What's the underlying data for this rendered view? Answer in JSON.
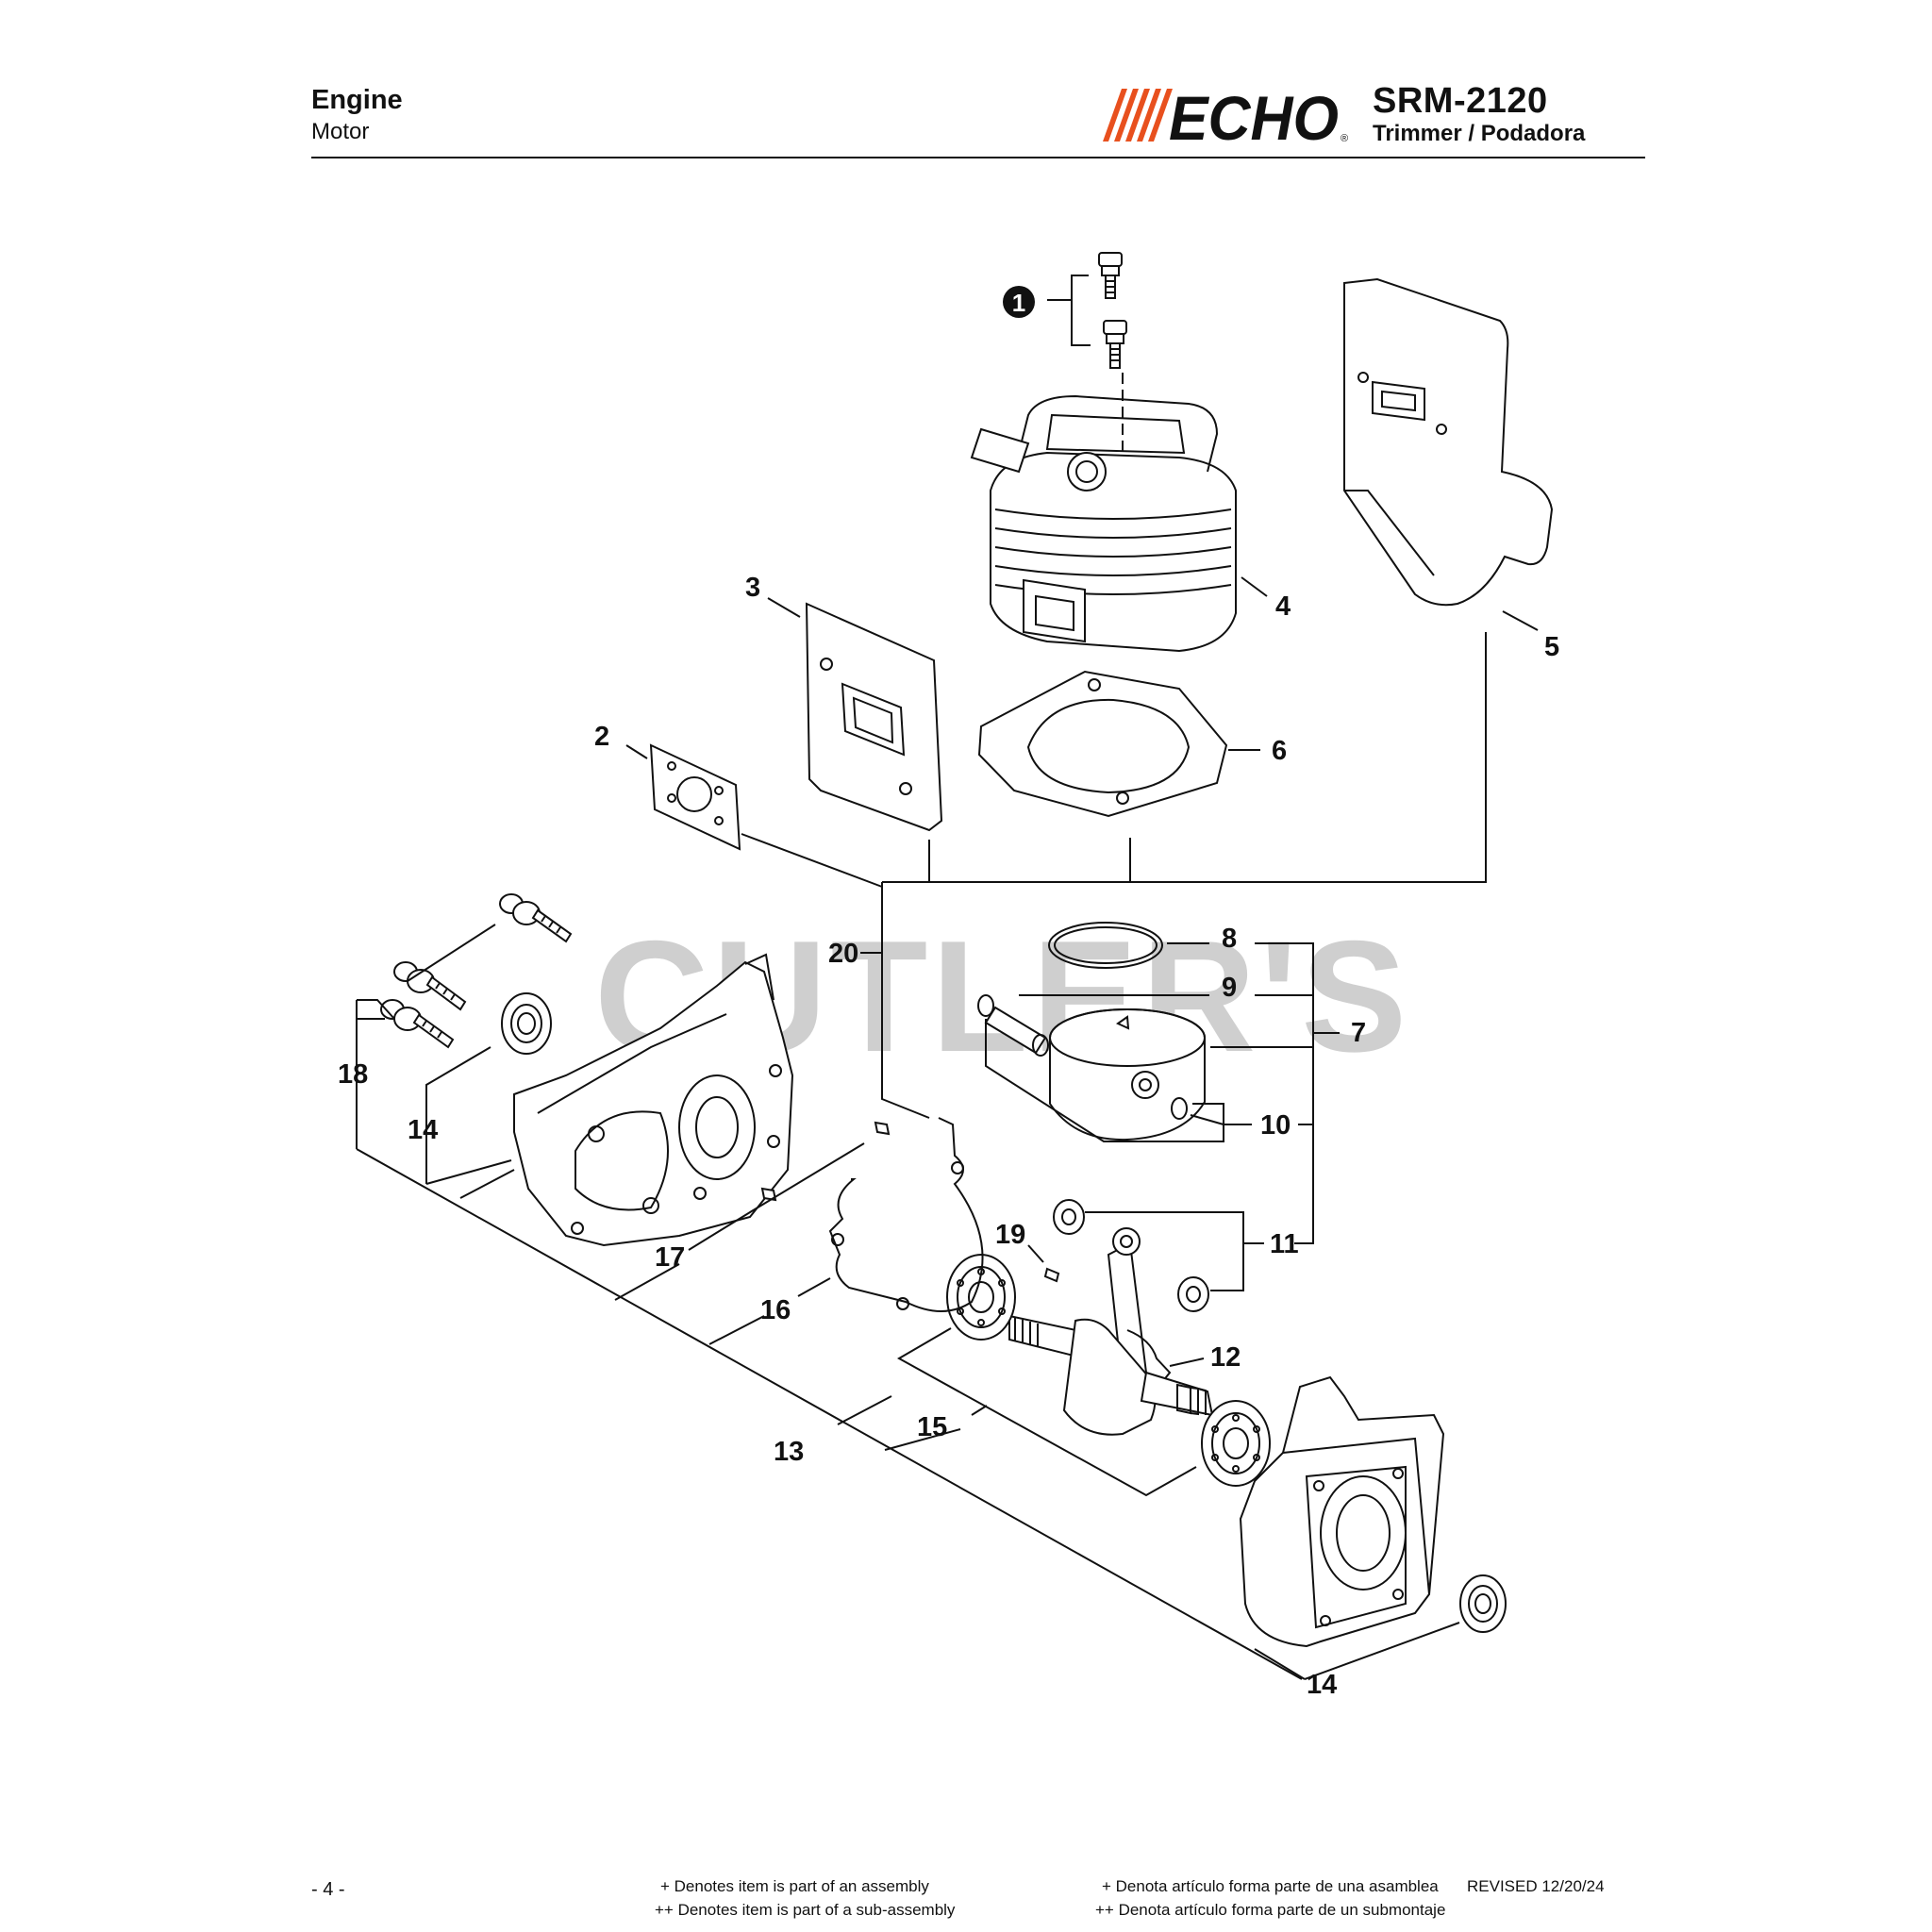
{
  "header": {
    "section_title": "Engine",
    "section_subtitle": "Motor",
    "brand": "ECHO",
    "brand_mark": "®",
    "model": "SRM-2120",
    "product": "Trimmer / Podadora"
  },
  "watermark": "CUTLER'S",
  "callouts": {
    "c1": "1",
    "c2": "2",
    "c3": "3",
    "c4": "4",
    "c5": "5",
    "c6": "6",
    "c7": "7",
    "c8": "8",
    "c9": "9",
    "c10": "10",
    "c11": "11",
    "c12": "12",
    "c13": "13",
    "c14a": "14",
    "c14b": "14",
    "c15": "15",
    "c16": "16",
    "c17": "17",
    "c18": "18",
    "c19": "19",
    "c20": "20"
  },
  "footer": {
    "page": "- 4 -",
    "assembly_en": "+ Denotes item is part of an assembly",
    "subassembly_en": "++ Denotes item is part of a sub-assembly",
    "assembly_es": "+ Denota artículo forma parte de una asamblea",
    "subassembly_es": "++ Denota artículo forma parte de un submontaje",
    "revised": "REVISED 12/20/24"
  },
  "colors": {
    "brand_orange": "#e8501e",
    "ink": "#111111",
    "watermark": "#cfcfcf"
  }
}
